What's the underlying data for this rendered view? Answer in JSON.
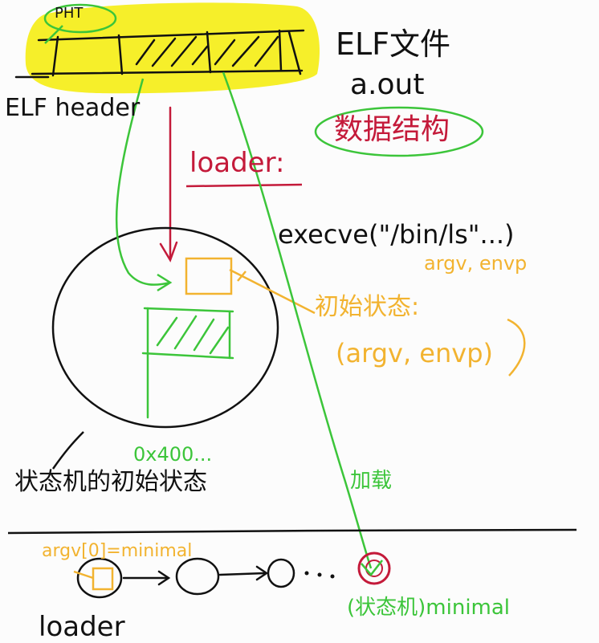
{
  "colors": {
    "highlight": "#f6ef2a",
    "ink": "#111111",
    "red": "#c41a3a",
    "green": "#3cc53a",
    "orange": "#f2b330",
    "background": "#fcfcfc"
  },
  "labels": {
    "pht": "PHT",
    "elf_file": "ELF文件",
    "aout": "a.out",
    "data_structure": "数据结构",
    "elf_header": "ELF header",
    "loader_colon": "loader:",
    "execve_call": "execve(\"/bin/ls\"...)",
    "argv_envp_top": "argv, envp",
    "initial_state": "初始状态:",
    "argv_envp_paren": "(argv, envp)",
    "address": "0x400...",
    "state_to_state": "状态机的初始状态",
    "load": "加载",
    "argv_minimal": "argv[0]=minimal",
    "state_machine_minimal": "(状态机)minimal",
    "loader_bottom": "loader"
  }
}
